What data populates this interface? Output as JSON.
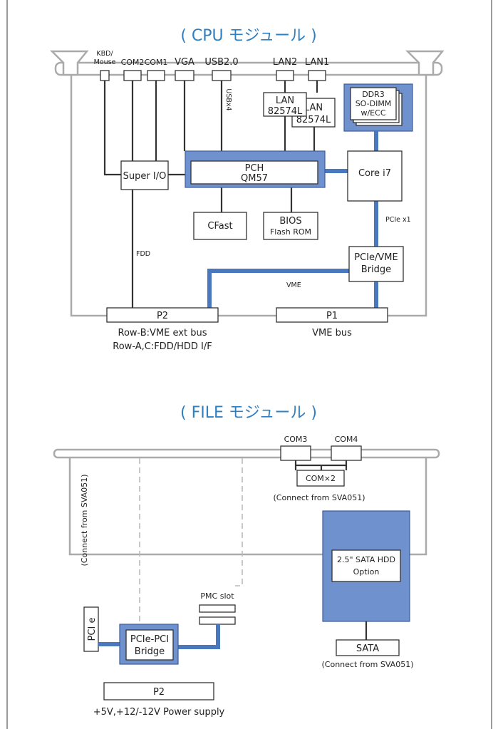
{
  "colors": {
    "accent": "#2f7fc1",
    "bus": "#4a78bf",
    "chip_fill": "#6f92cf",
    "outline": "#aaaaaa",
    "border": "#7a7a7a"
  },
  "cpu": {
    "title": "( CPU モジュール )",
    "ports": {
      "kbd_line1": "KBD/",
      "kbd_line2": "Mouse",
      "com2": "COM2",
      "com1": "COM1",
      "vga": "VGA",
      "usb": "USB2.0",
      "lan2": "LAN2",
      "lan1": "LAN1"
    },
    "usb_x4": "USBx4",
    "lan_chip": {
      "line1": "LAN",
      "line2": "82574L"
    },
    "lan_chip_back": {
      "line1": "LAN",
      "line2": "82574L"
    },
    "ddr3": {
      "line1": "DDR3",
      "line2": "SO-DIMM",
      "line3": "w/ECC"
    },
    "super_io": "Super I/O",
    "pch": {
      "line1": "PCH",
      "line2": "QM57"
    },
    "core": "Core i7",
    "cfast": "CFast",
    "bios": {
      "line1": "BIOS",
      "line2": "Flash ROM"
    },
    "pcie_x1": "PCIe x1",
    "pcie_vme": {
      "line1": "PCIe/VME",
      "line2": "Bridge"
    },
    "fdd": "FDD",
    "vme": "VME",
    "p2": "P2",
    "p1": "P1",
    "p2_note": {
      "line1": "Row-B:VME ext bus",
      "line2": "Row-A,C:FDD/HDD I/F"
    },
    "p1_note": "VME bus"
  },
  "file": {
    "title": "( FILE モジュール )",
    "com3": "COM3",
    "com4": "COM4",
    "com_x2": "COM×2",
    "connect_note_com": "(Connect from SVA051)",
    "connect_note_side": "(Connect from SVA051)",
    "hdd": {
      "line1": "2.5\" SATA HDD",
      "line2": "Option"
    },
    "sata": "SATA",
    "connect_note_sata": "(Connect from SVA051)",
    "pmc_slot": "PMC slot",
    "pcie_slot": "PCI e",
    "pcie_pci": {
      "line1": "PCIe-PCI",
      "line2": "Bridge"
    },
    "p2": "P2",
    "p2_note": "+5V,+12/-12V Power supply"
  }
}
